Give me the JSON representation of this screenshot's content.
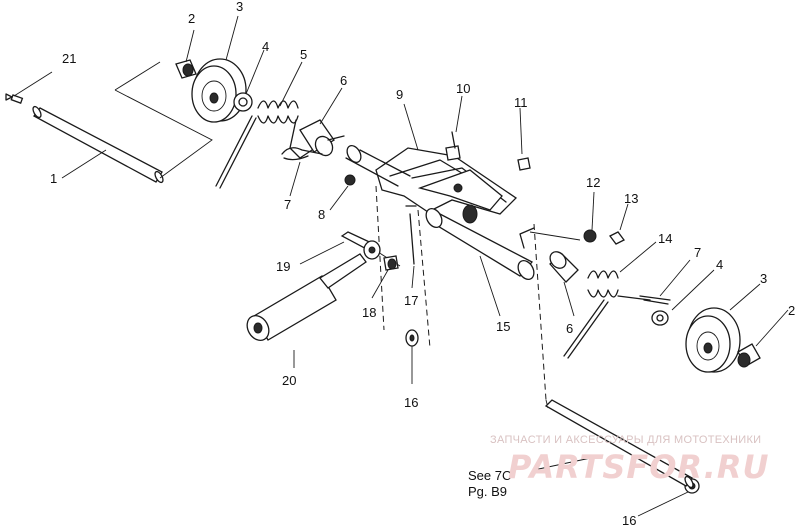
{
  "callouts": [
    {
      "id": "c21",
      "text": "21"
    },
    {
      "id": "c2a",
      "text": "2"
    },
    {
      "id": "c3a",
      "text": "3"
    },
    {
      "id": "c4a",
      "text": "4"
    },
    {
      "id": "c5",
      "text": "5"
    },
    {
      "id": "c6a",
      "text": "6"
    },
    {
      "id": "c9",
      "text": "9"
    },
    {
      "id": "c10",
      "text": "10"
    },
    {
      "id": "c11",
      "text": "11"
    },
    {
      "id": "c1",
      "text": "1"
    },
    {
      "id": "c7a",
      "text": "7"
    },
    {
      "id": "c8",
      "text": "8"
    },
    {
      "id": "c12",
      "text": "12"
    },
    {
      "id": "c13",
      "text": "13"
    },
    {
      "id": "c14",
      "text": "14"
    },
    {
      "id": "c7b",
      "text": "7"
    },
    {
      "id": "c4b",
      "text": "4"
    },
    {
      "id": "c3b",
      "text": "3"
    },
    {
      "id": "c2b",
      "text": "2"
    },
    {
      "id": "c19",
      "text": "19"
    },
    {
      "id": "c18",
      "text": "18"
    },
    {
      "id": "c17",
      "text": "17"
    },
    {
      "id": "c15",
      "text": "15"
    },
    {
      "id": "c6b",
      "text": "6"
    },
    {
      "id": "c20",
      "text": "20"
    },
    {
      "id": "c16a",
      "text": "16"
    },
    {
      "id": "c16b",
      "text": "16"
    }
  ],
  "note": {
    "line1": "See 7C",
    "line2": "Pg. B9"
  },
  "watermark": {
    "caption": "ЗАПЧАСТИ И АКСЕССУАРЫ ДЛЯ МОТОТЕХНИКИ",
    "logo": "PARTSFOR.RU",
    "color": "#f1d0d0"
  }
}
